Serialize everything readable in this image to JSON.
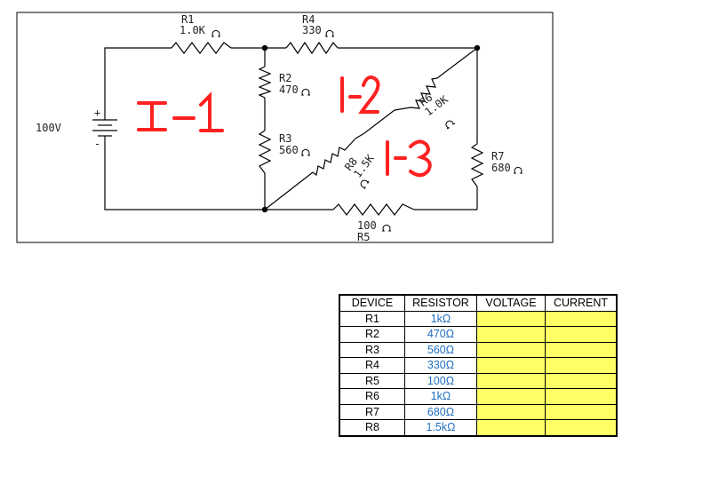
{
  "circuit": {
    "source_label": "100V",
    "plus_sign": "+",
    "minus_sign": "-",
    "resistors": [
      {
        "name": "R1",
        "value": "1.0K"
      },
      {
        "name": "R2",
        "value": "470"
      },
      {
        "name": "R3",
        "value": "560"
      },
      {
        "name": "R4",
        "value": "330"
      },
      {
        "name": "R5",
        "value": "100"
      },
      {
        "name": "R6",
        "value": "1.0K"
      },
      {
        "name": "R7",
        "value": "680"
      },
      {
        "name": "R8",
        "value": "1.5K"
      }
    ],
    "loops": [
      "I-1",
      "I-2",
      "I-3"
    ]
  },
  "table": {
    "headers": [
      "DEVICE",
      "RESISTOR",
      "VOLTAGE",
      "CURRENT"
    ],
    "rows": [
      {
        "device": "R1",
        "resistor": "1kΩ",
        "voltage": "",
        "current": ""
      },
      {
        "device": "R2",
        "resistor": "470Ω",
        "voltage": "",
        "current": ""
      },
      {
        "device": "R3",
        "resistor": "560Ω",
        "voltage": "",
        "current": ""
      },
      {
        "device": "R4",
        "resistor": "330Ω",
        "voltage": "",
        "current": ""
      },
      {
        "device": "R5",
        "resistor": "100Ω",
        "voltage": "",
        "current": ""
      },
      {
        "device": "R6",
        "resistor": "1kΩ",
        "voltage": "",
        "current": ""
      },
      {
        "device": "R7",
        "resistor": "680Ω",
        "voltage": "",
        "current": ""
      },
      {
        "device": "R8",
        "resistor": "1.5kΩ",
        "voltage": "",
        "current": ""
      }
    ]
  },
  "colors": {
    "wire": "#000000",
    "loop_annotation": "#ff2020",
    "resistor_value_text": "#1f6fc0",
    "answer_cell": "#ffff66"
  }
}
